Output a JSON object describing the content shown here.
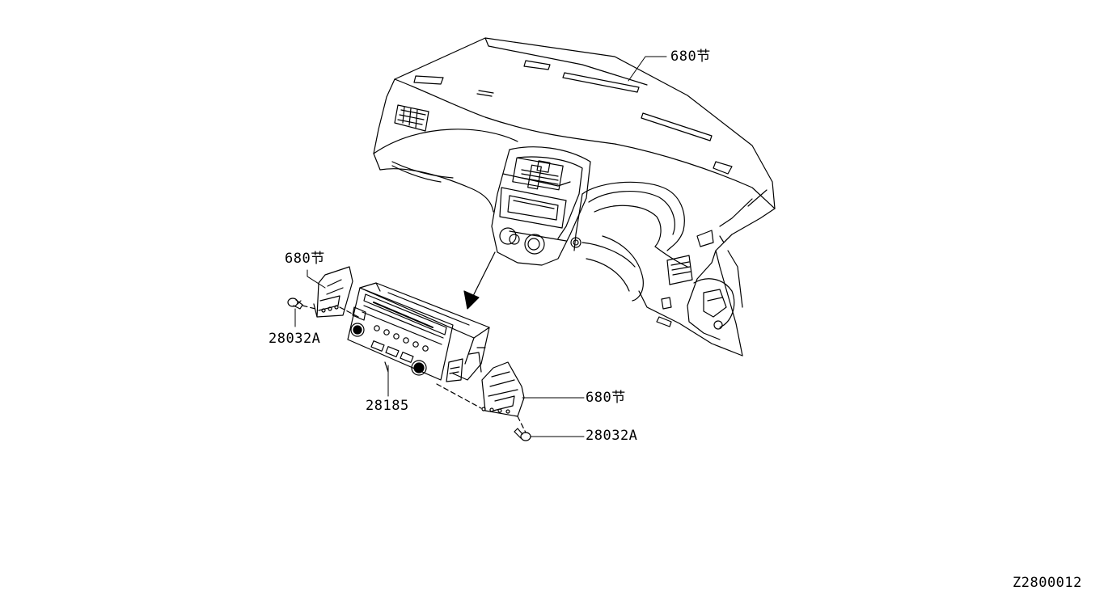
{
  "callouts": {
    "dash_panel": "680节",
    "bracket_left": "680节",
    "screw_left": "28032A",
    "audio_unit": "28185",
    "bracket_right": "680节",
    "screw_right": "28032A"
  },
  "diagram_code": "Z2800012"
}
